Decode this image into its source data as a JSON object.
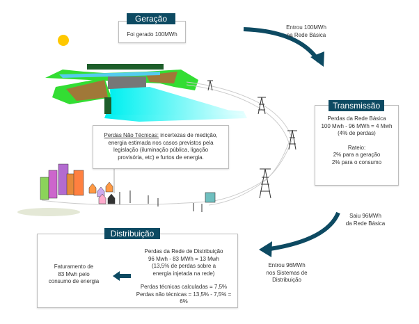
{
  "generation": {
    "title": "Geração",
    "text": "Foi gerado 100MWh"
  },
  "arrow_top_text": [
    "Entrou 100MWh",
    "na Rede Básica"
  ],
  "transmission": {
    "title": "Transmissão",
    "lines": [
      "Perdas da Rede Básica",
      "100 Mwh - 96 MWh = 4 Mwh",
      "(4% de perdas)",
      "",
      "Rateio:",
      "2%  para a geração",
      "2% para o consumo"
    ]
  },
  "non_technical": {
    "heading": "Perdas Não Técnicas:",
    "text": " incertezas de medição, energia estimada nos casos previstos pela legislação (iluminação pública, ligação provisória, etc) e furtos de energia."
  },
  "arrow_right_text": [
    "Saiu 96MWh",
    "da Rede Básica"
  ],
  "arrow_bottom_text": [
    "Entrou 96MWh",
    "nos Sistemas de",
    "Distribuição"
  ],
  "distribution": {
    "title": "Distribuição",
    "billing": [
      "Faturamento de",
      "83 Mwh pelo",
      "consumo de energia"
    ],
    "losses": [
      "Perdas da Rede de Distribuição",
      "96 Mwh - 83 MWh = 13 Mwh",
      "(13,5% de perdas sobre a",
      "energia injetada na rede)",
      "",
      "Perdas técnicas calculadas = 7,5%",
      "Perdas não técnicas = 13,5% - 7,5% = 6%"
    ]
  },
  "colors": {
    "accent": "#0d4a62",
    "sun": "#ffc800",
    "water": "#00f0f0",
    "grass": "#33dd33"
  }
}
